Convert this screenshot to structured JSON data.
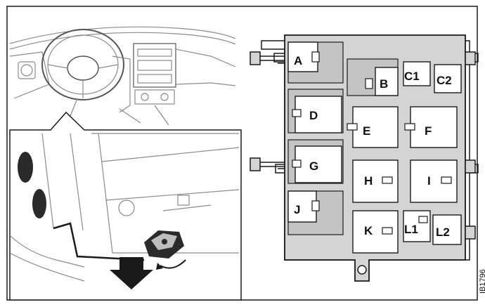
{
  "figure_id": "IB1796",
  "relays": {
    "A": "A",
    "B": "B",
    "C1": "C1",
    "C2": "C2",
    "D": "D",
    "E": "E",
    "F": "F",
    "G": "G",
    "H": "H",
    "I": "I",
    "J": "J",
    "K": "K",
    "L1": "L1",
    "L2": "L2"
  },
  "colors": {
    "line": "#1a1a1a",
    "box_fill": "#d4d4d4",
    "relay_fill": "#ffffff",
    "socket_fill": "#bdbdbd",
    "sketch_gray": "#9a9a9a"
  }
}
